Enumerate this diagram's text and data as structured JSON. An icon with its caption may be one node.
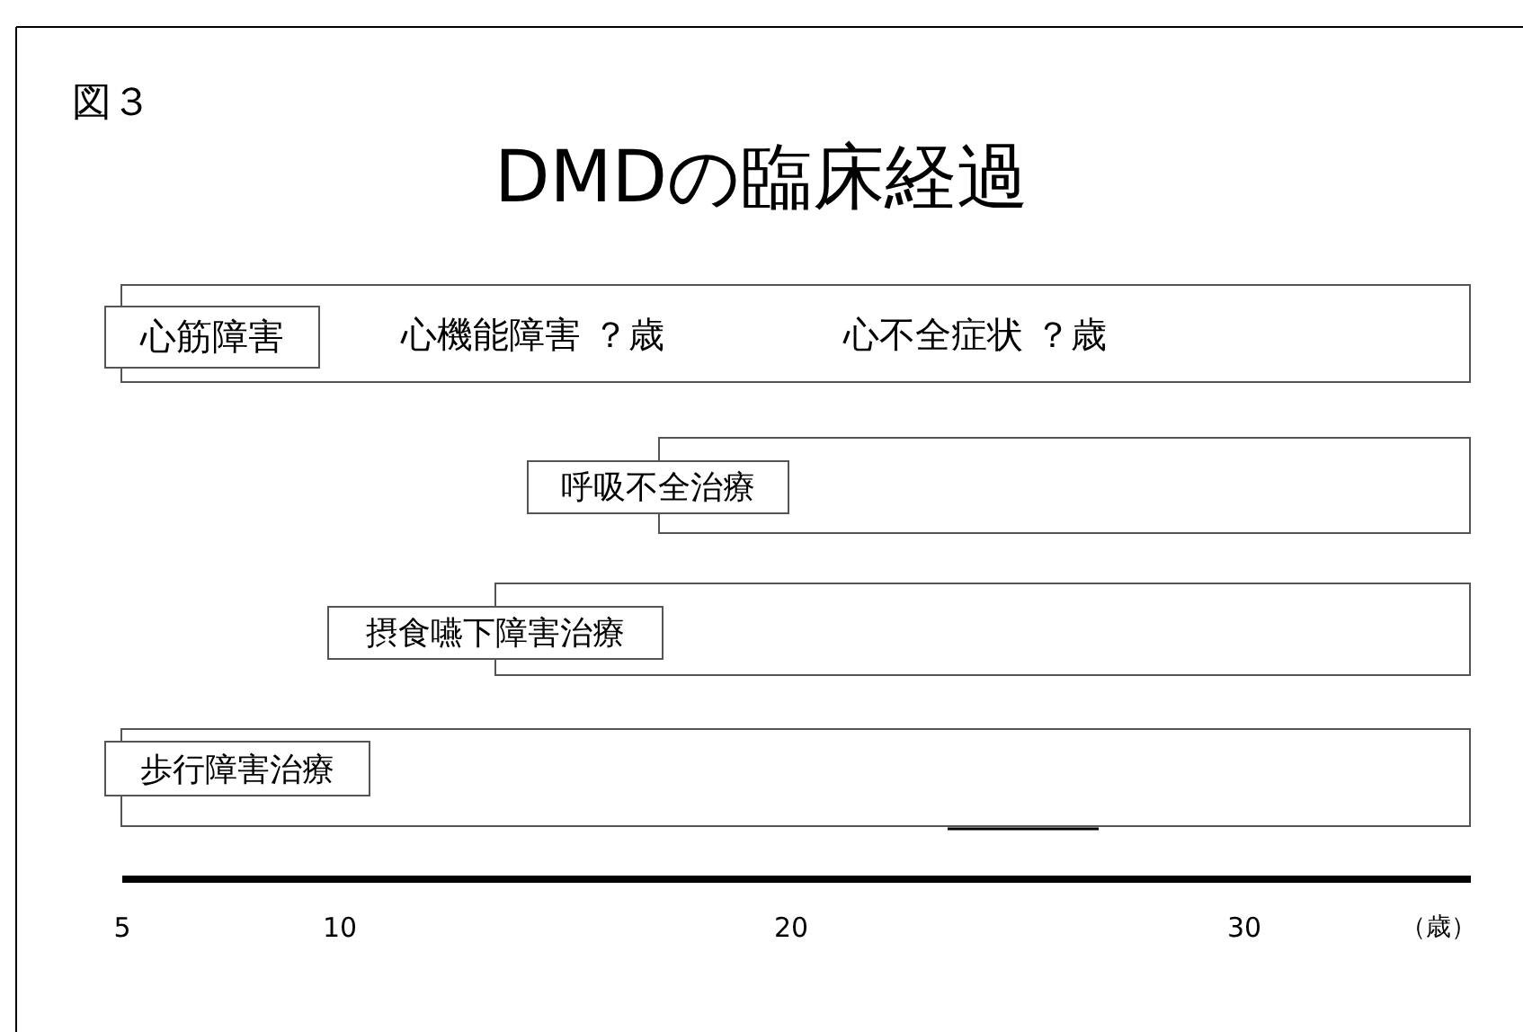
{
  "diagram": {
    "title": "DMDの臨床経過",
    "nodes": [
      {
        "text": [
          "心機能障害 ？歳",
          "心不全症状 ？歳"
        ]
      },
      {
        "text": [
          "心筋障害"
        ]
      },
      {
        "text": [],
        "shape": "bar"
      },
      {
        "text": [
          "呼吸不全治療"
        ]
      },
      {
        "text": [],
        "shape": "bar"
      },
      {
        "text": [
          "摂食嚥下障害治療"
        ]
      },
      {
        "text": [],
        "shape": "bar"
      },
      {
        "text": [
          "歩行障害治療"
        ]
      }
    ],
    "labels": [
      "図３",
      "5",
      "10",
      "20",
      "30",
      "（歳）"
    ]
  }
}
